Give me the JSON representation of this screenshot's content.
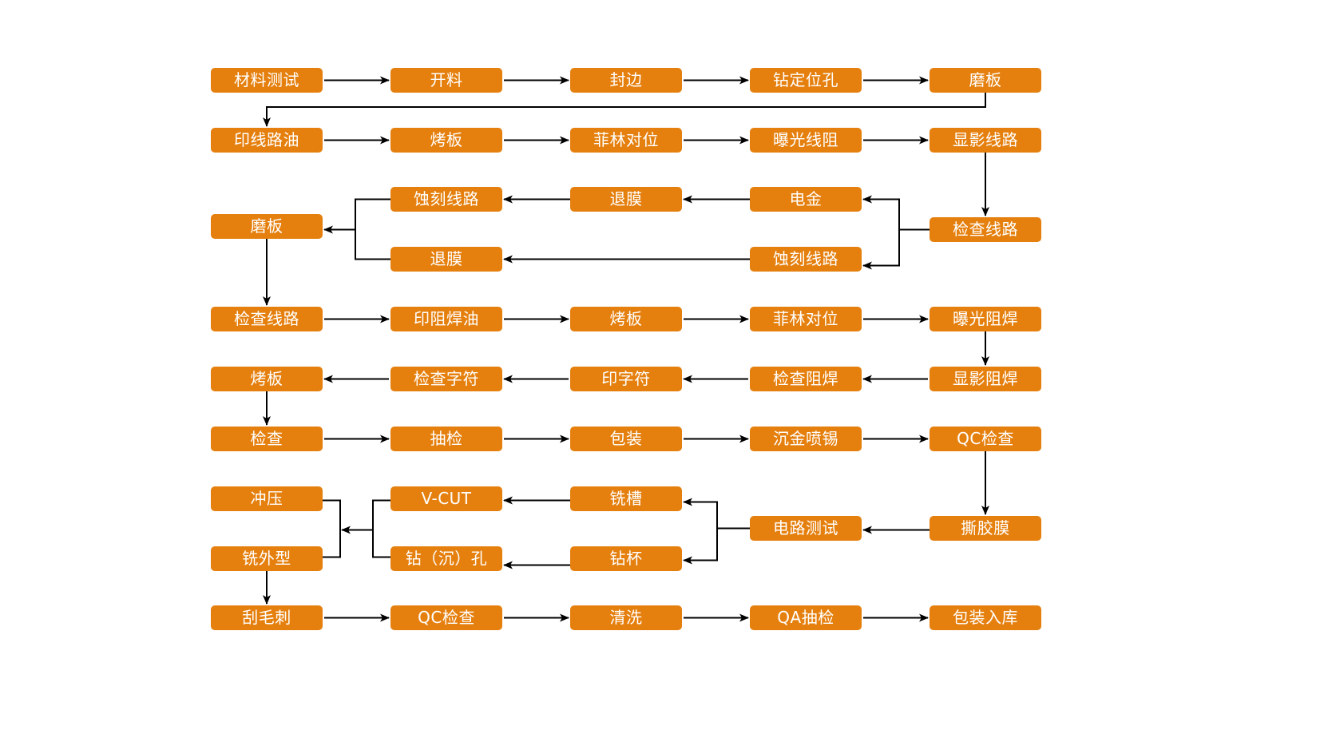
{
  "diagram": {
    "title": "",
    "box_color": "#e5800f",
    "text_color": "#ffffff",
    "line_color": "#000000",
    "nodes": [
      {
        "id": "n1",
        "label": "材料测试"
      },
      {
        "id": "n2",
        "label": "开料"
      },
      {
        "id": "n3",
        "label": "封边"
      },
      {
        "id": "n4",
        "label": "钻定位孔"
      },
      {
        "id": "n5",
        "label": "磨板"
      },
      {
        "id": "n6",
        "label": "印线路油"
      },
      {
        "id": "n7",
        "label": "烤板"
      },
      {
        "id": "n8",
        "label": "菲林对位"
      },
      {
        "id": "n9",
        "label": "曝光线阻"
      },
      {
        "id": "n10",
        "label": "显影线路"
      },
      {
        "id": "n11",
        "label": "检查线路"
      },
      {
        "id": "n12",
        "label": "电金"
      },
      {
        "id": "n13",
        "label": "蚀刻线路"
      },
      {
        "id": "n14",
        "label": "退膜"
      },
      {
        "id": "n15",
        "label": "蚀刻线路"
      },
      {
        "id": "n16",
        "label": "退膜"
      },
      {
        "id": "n17",
        "label": "磨板"
      },
      {
        "id": "n18",
        "label": "检查线路"
      },
      {
        "id": "n19",
        "label": "印阻焊油"
      },
      {
        "id": "n20",
        "label": "烤板"
      },
      {
        "id": "n21",
        "label": "菲林对位"
      },
      {
        "id": "n22",
        "label": "曝光阻焊"
      },
      {
        "id": "n23",
        "label": "显影阻焊"
      },
      {
        "id": "n24",
        "label": "检查阻焊"
      },
      {
        "id": "n25",
        "label": "印字符"
      },
      {
        "id": "n26",
        "label": "检查字符"
      },
      {
        "id": "n27",
        "label": "烤板"
      },
      {
        "id": "n28",
        "label": "检查"
      },
      {
        "id": "n29",
        "label": "抽检"
      },
      {
        "id": "n30",
        "label": "包装"
      },
      {
        "id": "n31",
        "label": "沉金喷锡"
      },
      {
        "id": "n32",
        "label": "QC检查"
      },
      {
        "id": "n33",
        "label": "撕胶膜"
      },
      {
        "id": "n34",
        "label": "电路测试"
      },
      {
        "id": "n35",
        "label": "铣槽"
      },
      {
        "id": "n36",
        "label": "钻杯"
      },
      {
        "id": "n37",
        "label": "V-CUT"
      },
      {
        "id": "n38",
        "label": "钻（沉）孔"
      },
      {
        "id": "n39",
        "label": "冲压"
      },
      {
        "id": "n40",
        "label": "铣外型"
      },
      {
        "id": "n41",
        "label": "刮毛刺"
      },
      {
        "id": "n42",
        "label": "QC检查"
      },
      {
        "id": "n43",
        "label": "清洗"
      },
      {
        "id": "n44",
        "label": "QA抽检"
      },
      {
        "id": "n45",
        "label": "包装入库"
      }
    ],
    "edges": [
      [
        "n1",
        "n2"
      ],
      [
        "n2",
        "n3"
      ],
      [
        "n3",
        "n4"
      ],
      [
        "n4",
        "n5"
      ],
      [
        "n5",
        "n6"
      ],
      [
        "n6",
        "n7"
      ],
      [
        "n7",
        "n8"
      ],
      [
        "n8",
        "n9"
      ],
      [
        "n9",
        "n10"
      ],
      [
        "n10",
        "n11"
      ],
      [
        "n11",
        "n12"
      ],
      [
        "n11",
        "n13"
      ],
      [
        "n12",
        "n14"
      ],
      [
        "n14",
        "n15"
      ],
      [
        "n13",
        "n16"
      ],
      [
        "n15",
        "n17"
      ],
      [
        "n16",
        "n17"
      ],
      [
        "n17",
        "n18"
      ],
      [
        "n18",
        "n19"
      ],
      [
        "n19",
        "n20"
      ],
      [
        "n20",
        "n21"
      ],
      [
        "n21",
        "n22"
      ],
      [
        "n22",
        "n23"
      ],
      [
        "n23",
        "n24"
      ],
      [
        "n24",
        "n25"
      ],
      [
        "n25",
        "n26"
      ],
      [
        "n26",
        "n27"
      ],
      [
        "n27",
        "n28"
      ],
      [
        "n28",
        "n29"
      ],
      [
        "n29",
        "n30"
      ],
      [
        "n30",
        "n31"
      ],
      [
        "n31",
        "n32"
      ],
      [
        "n32",
        "n33"
      ],
      [
        "n33",
        "n34"
      ],
      [
        "n34",
        "n35"
      ],
      [
        "n34",
        "n36"
      ],
      [
        "n35",
        "n37"
      ],
      [
        "n36",
        "n38"
      ],
      [
        "n37",
        "n39"
      ],
      [
        "n38",
        "n39"
      ],
      [
        "n37",
        "n40"
      ],
      [
        "n38",
        "n40"
      ],
      [
        "n40",
        "n41"
      ],
      [
        "n41",
        "n42"
      ],
      [
        "n42",
        "n43"
      ],
      [
        "n43",
        "n44"
      ],
      [
        "n44",
        "n45"
      ]
    ]
  }
}
